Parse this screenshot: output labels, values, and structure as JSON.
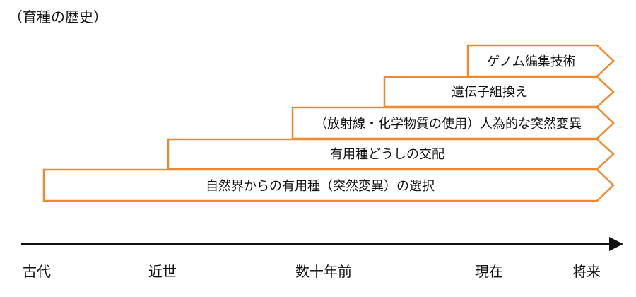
{
  "title": "（育種の歴史）",
  "colors": {
    "arrow_outline": "#F0892D",
    "axis": "#111111",
    "text": "#111111"
  },
  "stages": [
    {
      "label": "自然界からの有用種（突然変異）の選択"
    },
    {
      "label": "有用種どうしの交配"
    },
    {
      "label": "（放射線・化学物質の使用）人為的な突然変異"
    },
    {
      "label": "遺伝子組換え"
    },
    {
      "label": "ゲノム編集技術"
    }
  ],
  "timeline": {
    "labels": [
      "古代",
      "近世",
      "数十年前",
      "現在",
      "将来"
    ]
  }
}
